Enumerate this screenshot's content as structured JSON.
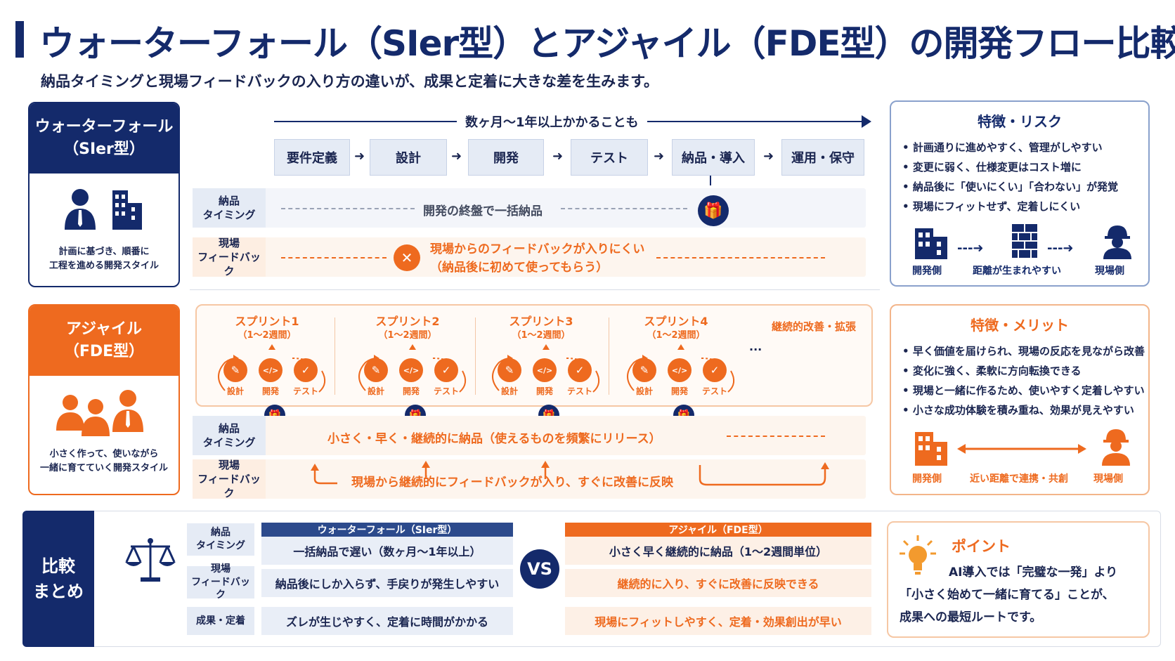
{
  "header": {
    "title": "ウォーターフォール（SIer型）とアジャイル（FDE型）の開発フロー比較",
    "subtitle": "納品タイミングと現場フィードバックの入り方の違いが、成果と定着に大きな差を生みます。"
  },
  "waterfall": {
    "name_line1": "ウォーターフォール",
    "name_line2": "（SIer型）",
    "caption_line1": "計画に基づき、順番に",
    "caption_line2": "工程を進める開発スタイル",
    "duration": "数ヶ月〜1年以上かかることも",
    "steps": [
      "要件定義",
      "設計",
      "開発",
      "テスト",
      "納品・導入",
      "運用・保守"
    ],
    "delivery_label_1": "納品",
    "delivery_label_2": "タイミング",
    "delivery_text": "開発の終盤で一括納品",
    "feedback_label_1": "現場",
    "feedback_label_2": "フィードバック",
    "feedback_text_1": "現場からのフィードバックが入りにくい",
    "feedback_text_2": "（納品後に初めて使ってもらう）",
    "side_title": "特徴・リスク",
    "side_items": [
      "計画通りに進めやすく、管理がしやすい",
      "変更に弱く、仕様変更はコスト増に",
      "納品後に「使いにくい」「合わない」が発覚",
      "現場にフィットせず、定着しにくい"
    ],
    "side_left": "開発側",
    "side_mid": "距離が生まれやすい",
    "side_right": "現場側"
  },
  "agile": {
    "name_line1": "アジャイル",
    "name_line2": "（FDE型）",
    "caption_line1": "小さく作って、使いながら",
    "caption_line2": "一緒に育てていく開発スタイル",
    "sprints": [
      {
        "title": "スプリント1",
        "weeks": "（1〜2週間）"
      },
      {
        "title": "スプリント2",
        "weeks": "（1〜2週間）"
      },
      {
        "title": "スプリント3",
        "weeks": "（1〜2週間）"
      },
      {
        "title": "スプリント4",
        "weeks": "（1〜2週間）"
      }
    ],
    "sprint_steps": [
      "設計",
      "開発",
      "テスト"
    ],
    "continuous": "継続的改善・拡張",
    "ellipsis": "...",
    "delivery_label_1": "納品",
    "delivery_label_2": "タイミング",
    "delivery_text": "小さく・早く・継続的に納品（使えるものを頻繁にリリース）",
    "feedback_label_1": "現場",
    "feedback_label_2": "フィードバック",
    "feedback_text": "現場から継続的にフィードバックが入り、すぐに改善に反映",
    "side_title": "特徴・メリット",
    "side_items": [
      "早く価値を届けられ、現場の反応を見ながら改善",
      "変化に強く、柔軟に方向転換できる",
      "現場と一緒に作るため、使いやすく定着しやすい",
      "小さな成功体験を積み重ね、効果が見えやすい"
    ],
    "side_left": "開発側",
    "side_mid": "近い距離で連携・共創",
    "side_right": "現場側"
  },
  "summary": {
    "title_1": "比較",
    "title_2": "まとめ",
    "rows": [
      {
        "label_1": "納品",
        "label_2": "タイミング",
        "wf": "一括納品で遅い（数ヶ月〜1年以上）",
        "ag": "小さく早く継続的に納品（1〜2週間単位）"
      },
      {
        "label_1": "現場",
        "label_2": "フィードバック",
        "wf": "納品後にしか入らず、手戻りが発生しやすい",
        "ag": "継続的に入り、すぐに改善に反映できる"
      },
      {
        "label_1": "成果・定着",
        "label_2": "",
        "wf": "ズレが生じやすく、定着に時間がかかる",
        "ag": "現場にフィットしやすく、定着・効果創出が早い"
      }
    ],
    "wf_head": "ウォーターフォール（SIer型）",
    "ag_head": "アジャイル（FDE型）",
    "vs": "VS",
    "point_title": "ポイント",
    "point_1": "AI導入では「完璧な一発」より",
    "point_2": "「小さく始めて一緒に育てる」ことが、",
    "point_3": "成果への最短ルートです。"
  },
  "colors": {
    "navy": "#142a6b",
    "orange": "#ee6a1f"
  }
}
